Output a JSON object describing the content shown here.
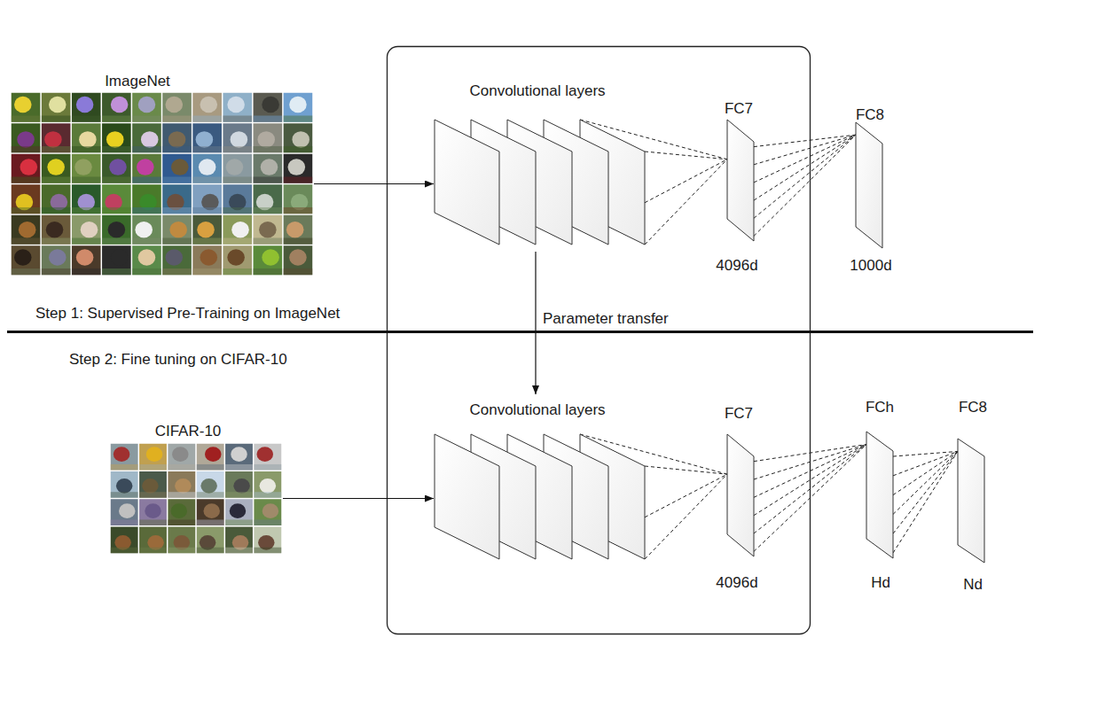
{
  "diagram": {
    "nodes": [
      {
        "text": [
          "ImageNet"
        ]
      },
      {
        "text": [
          "Convolutional layers"
        ]
      },
      {
        "text": [
          "FC7",
          "4096d"
        ]
      },
      {
        "text": [
          "FC8",
          "1000d"
        ]
      },
      {
        "text": [
          "CIFAR-10"
        ]
      },
      {
        "text": [
          "Convolutional layers"
        ]
      },
      {
        "text": [
          "FC7",
          "4096d"
        ]
      },
      {
        "text": [
          "FCh",
          "Hd"
        ]
      },
      {
        "text": [
          "FC8",
          "Nd"
        ]
      }
    ],
    "edges": [
      {
        "from": 0,
        "to": 1,
        "arrow": "to"
      },
      {
        "from": 1,
        "to": 2,
        "arrow": "none"
      },
      {
        "from": 2,
        "to": 3,
        "arrow": "none"
      },
      {
        "from": 1,
        "to": 5,
        "label": "Parameter transfer",
        "arrow": "to"
      },
      {
        "from": 4,
        "to": 5,
        "arrow": "to"
      },
      {
        "from": 5,
        "to": 6,
        "arrow": "none"
      },
      {
        "from": 6,
        "to": 7,
        "arrow": "none"
      },
      {
        "from": 7,
        "to": 8,
        "arrow": "none"
      }
    ],
    "labels": [
      "Step 1: Supervised Pre-Training on ImageNet",
      "Step 2: Fine tuning on CIFAR-10"
    ]
  }
}
